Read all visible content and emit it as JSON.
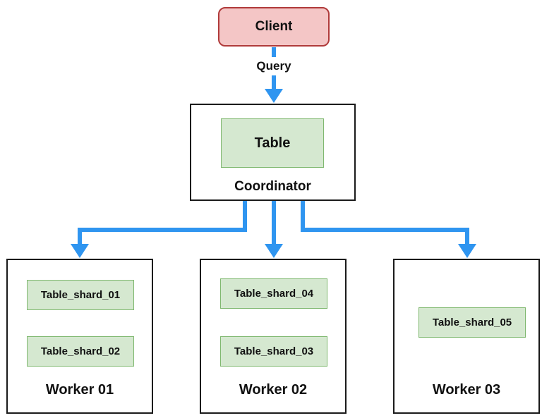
{
  "client": {
    "label": "Client"
  },
  "query": {
    "label": "Query"
  },
  "coordinator": {
    "label": "Coordinator",
    "table_label": "Table"
  },
  "workers": [
    {
      "label": "Worker 01",
      "shards": [
        "Table_shard_01",
        "Table_shard_02"
      ]
    },
    {
      "label": "Worker 02",
      "shards": [
        "Table_shard_04",
        "Table_shard_03"
      ]
    },
    {
      "label": "Worker 03",
      "shards": [
        "Table_shard_05"
      ]
    }
  ],
  "colors": {
    "arrow": "#2f95f0",
    "client_fill": "#f4c6c6",
    "client_border": "#b03a3a",
    "table_fill": "#d5e8d0",
    "table_border": "#7fb86f",
    "box_border": "#1a1a1a"
  }
}
